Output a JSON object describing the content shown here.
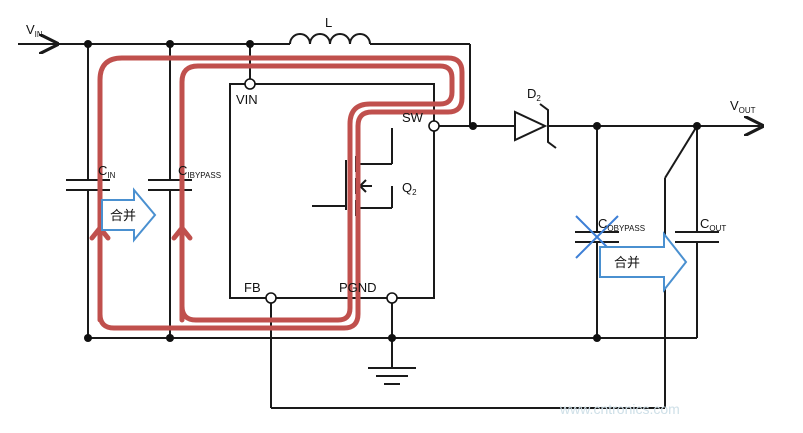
{
  "labels": {
    "vin_main": "V",
    "vin_sub": "IN",
    "inductor": "L",
    "vin_pin": "VIN",
    "sw_pin": "SW",
    "fb_pin": "FB",
    "pgnd_pin": "PGND",
    "diode_main": "D",
    "diode_sub": "2",
    "q_main": "Q",
    "q_sub": "2",
    "vout_main": "V",
    "vout_sub": "OUT",
    "cin_main": "C",
    "cin_sub": "IN",
    "cbypass_main": "C",
    "cbypass_sub": "IBYPASS",
    "cobypass_main": "C",
    "cobypass_sub": "OBYPASS",
    "cout_main": "C",
    "cout_sub": "OUT"
  },
  "annotations": {
    "merge_left": "合并",
    "merge_right": "合并"
  },
  "watermark": "www.cntronics.com",
  "colors": {
    "current_loop": "#c0504d",
    "arrow_fill": "#ffffff",
    "arrow_stroke": "#4a90d0",
    "cross": "#3d7fd6"
  }
}
